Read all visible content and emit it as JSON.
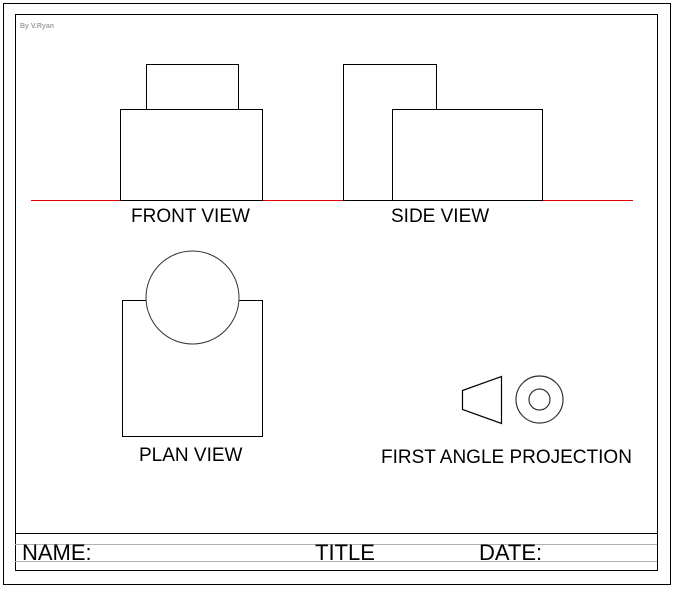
{
  "credit": "By V.Ryan",
  "views": {
    "front": "FRONT VIEW",
    "side": "SIDE VIEW",
    "plan": "PLAN VIEW"
  },
  "projection_symbol": {
    "label": "FIRST ANGLE PROJECTION"
  },
  "title_block": {
    "name_label": "NAME:",
    "title_label": "TITLE",
    "date_label": "DATE:"
  },
  "colors": {
    "line": "#000000",
    "ground_line": "#e00000",
    "guide_line": "#b0b0b0",
    "credit_text": "#a0a0a0"
  }
}
